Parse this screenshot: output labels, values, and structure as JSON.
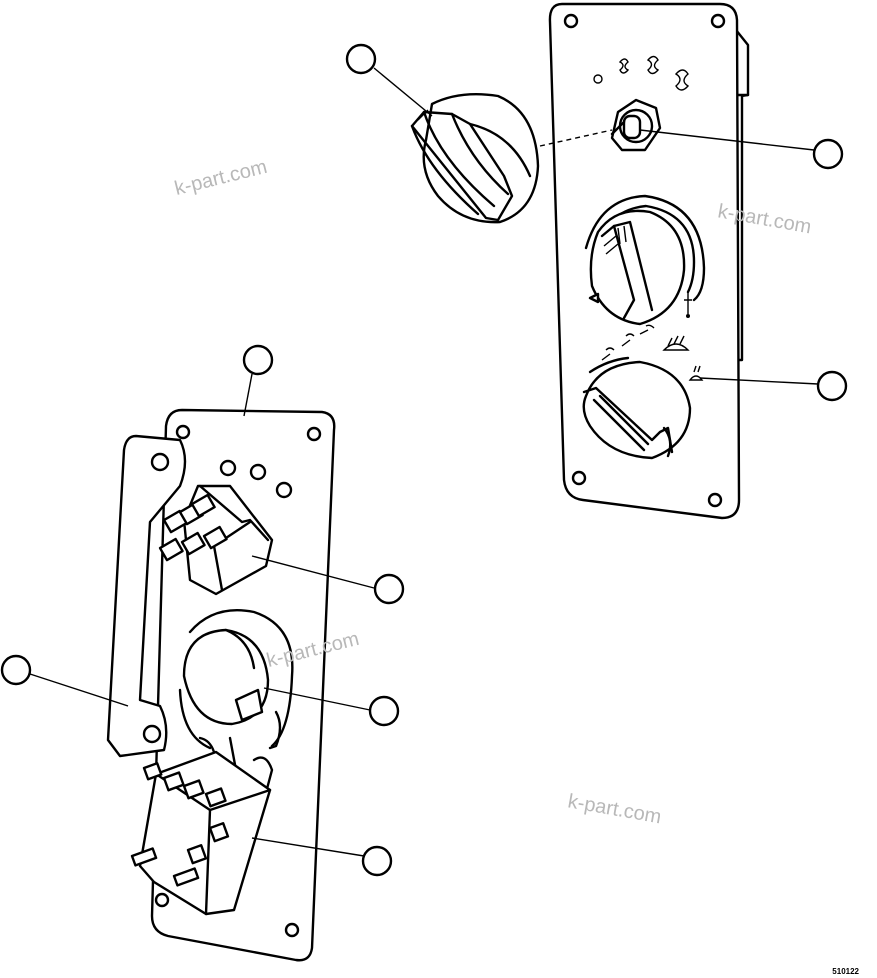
{
  "watermarks": {
    "w1": "k-part.com",
    "w2": "k-part.com",
    "w3": "k-part.com",
    "w4": "k-part.com"
  },
  "drawing_code": "510122",
  "icons": [
    "fan-speed-icon",
    "temperature-icon",
    "defrost-icon",
    "air-direction-icon"
  ]
}
